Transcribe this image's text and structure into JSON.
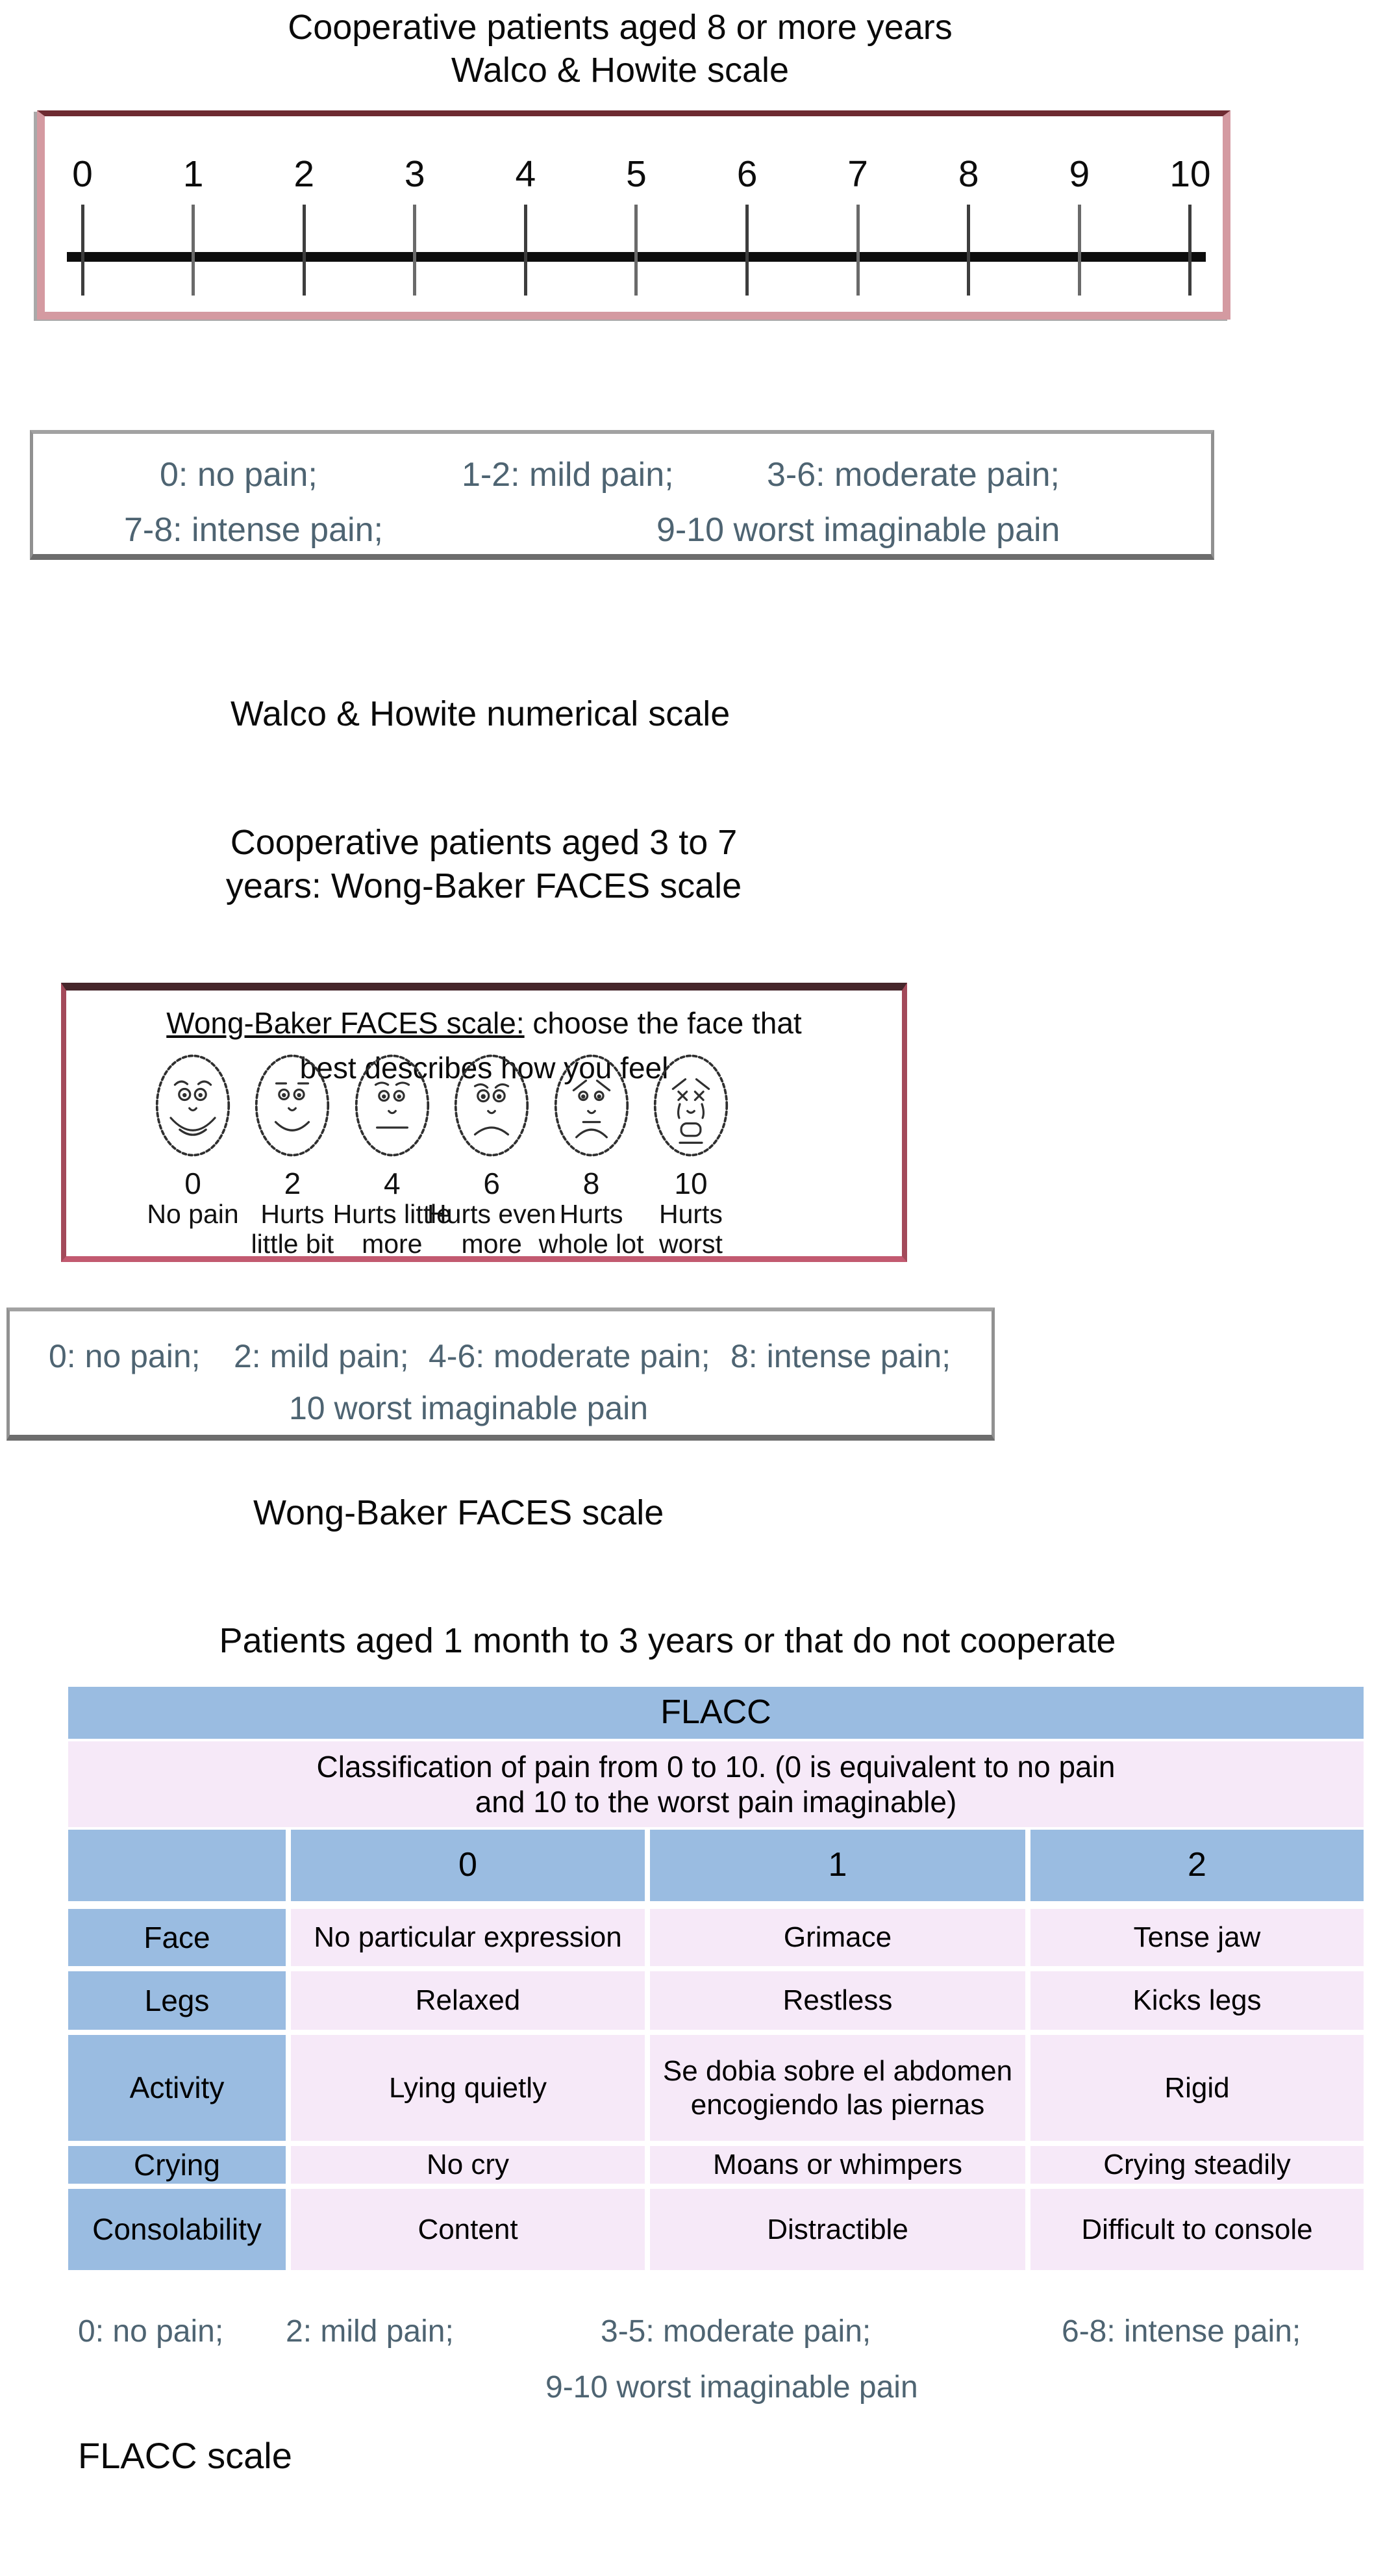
{
  "figure": {
    "section1": {
      "title_line1": "Cooperative patients aged 8 or more years",
      "title_line2": "Walco & Howite scale",
      "ruler_numbers": [
        "0",
        "1",
        "2",
        "3",
        "4",
        "5",
        "6",
        "7",
        "8",
        "9",
        "10"
      ],
      "definitions_line1": [
        "0: no pain;",
        "1-2: mild pain;",
        "3-6: moderate pain;"
      ],
      "definitions_line2": [
        "7-8: intense pain;",
        "9-10 worst imaginable pain"
      ],
      "caption": "Walco & Howite numerical scale"
    },
    "section2": {
      "title_line1": "Cooperative patients aged 3 to 7",
      "title_line2": "years: Wong-Baker FACES scale",
      "box_heading_underlined": "Wong-Baker FACES scale:",
      "box_heading_rest": " choose the face that",
      "box_heading_line2": "best describes how you feel",
      "faces": [
        {
          "number": "0",
          "label1": "No pain",
          "label2": ""
        },
        {
          "number": "2",
          "label1": "Hurts",
          "label2": "little bit"
        },
        {
          "number": "4",
          "label1": "Hurts little",
          "label2": "more"
        },
        {
          "number": "6",
          "label1": "Hurts even",
          "label2": "more"
        },
        {
          "number": "8",
          "label1": "Hurts",
          "label2": "whole lot"
        },
        {
          "number": "10",
          "label1": "Hurts",
          "label2": "worst"
        }
      ],
      "definitions_line1": [
        "0: no pain;",
        "2: mild pain;",
        "4-6: moderate pain;",
        "8: intense pain;"
      ],
      "definitions_line2": "10 worst imaginable pain",
      "caption": "Wong-Baker FACES scale"
    },
    "section3": {
      "title": "Patients aged 1 month to 3 years or that do not cooperate",
      "table": {
        "header": "FLACC",
        "subtitle_line1": "Classification of pain from 0 to 10. (0 is equivalent to no pain",
        "subtitle_line2": "and 10 to the worst pain imaginable)",
        "columns": [
          "0",
          "1",
          "2"
        ],
        "rows": [
          {
            "label": "Face",
            "cells": [
              "No particular expression",
              "Grimace",
              "Tense jaw"
            ]
          },
          {
            "label": "Legs",
            "cells": [
              "Relaxed",
              "Restless",
              "Kicks legs"
            ]
          },
          {
            "label": "Activity",
            "cells": [
              "Lying quietly",
              "Se dobia sobre el abdomen encogiendo las piernas",
              "Rigid"
            ]
          },
          {
            "label": "Crying",
            "cells": [
              "No cry",
              "Moans or whimpers",
              "Crying steadily"
            ]
          },
          {
            "label": "Consolability",
            "cells": [
              "Content",
              "Distractible",
              "Difficult to console"
            ]
          }
        ]
      },
      "definitions_line1": [
        "0: no pain;",
        "2: mild pain;",
        "3-5: moderate pain;",
        "6-8: intense pain;"
      ],
      "definitions_line2": "9-10 worst imaginable pain",
      "caption": "FLACC scale"
    },
    "colors": {
      "table_header_blue": "#9abce1",
      "table_cell_pink": "#f6e9f8",
      "definitions_text": "#4e6472",
      "ruler_border_pink": "#d49aa1",
      "ruler_border_dark_top": "#6e2b31",
      "faces_box_border": "#a34a5a",
      "faces_box_border_bottom": "#c25a70",
      "gray_box_border": "#919191"
    }
  }
}
